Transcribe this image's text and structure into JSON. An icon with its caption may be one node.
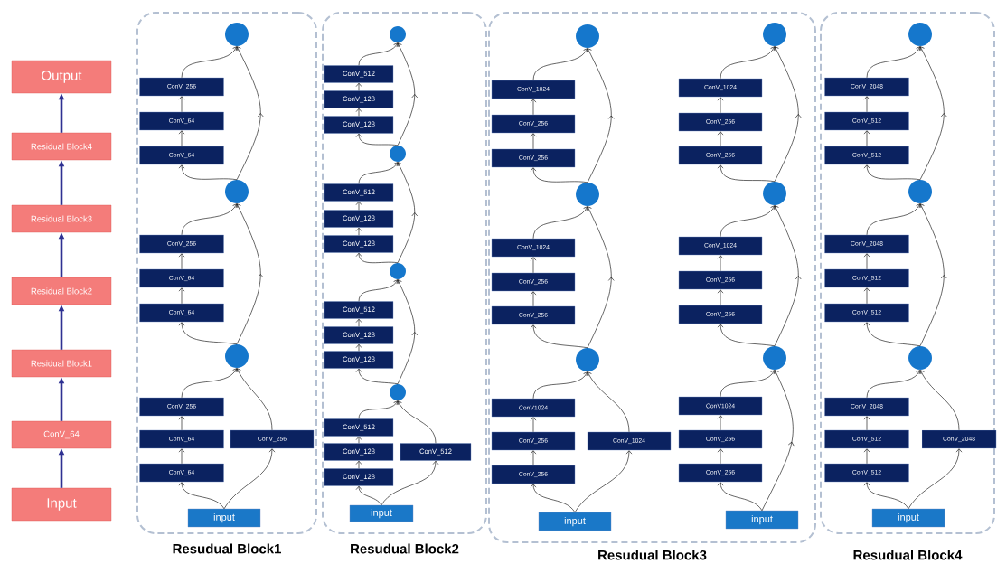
{
  "diagram": {
    "nodes": [
      {
        "text": [
          "Output"
        ]
      },
      {
        "text": [
          "Residual Block4"
        ]
      },
      {
        "text": [
          "Residual Block3"
        ]
      },
      {
        "text": [
          "Residual Block2"
        ]
      },
      {
        "text": [
          "Residual Block1"
        ]
      },
      {
        "text": [
          "ConV_64"
        ]
      },
      {
        "text": [
          "Input"
        ]
      },
      {
        "text": [
          "Resudual Block1"
        ]
      },
      {
        "text": [
          "input"
        ],
        "in": 7
      },
      {
        "text": [
          "ConV_64"
        ],
        "in": 7
      },
      {
        "text": [
          "ConV_64"
        ],
        "in": 7
      },
      {
        "text": [
          "ConV_256"
        ],
        "in": 7
      },
      {
        "text": [
          "ConV_256"
        ],
        "in": 7
      },
      {
        "text": [],
        "shape": "circle",
        "in": 7
      },
      {
        "text": [
          "ConV_64"
        ],
        "in": 7
      },
      {
        "text": [
          "ConV_64"
        ],
        "in": 7
      },
      {
        "text": [
          "ConV_256"
        ],
        "in": 7
      },
      {
        "text": [],
        "shape": "circle",
        "in": 7
      },
      {
        "text": [
          "ConV_64"
        ],
        "in": 7
      },
      {
        "text": [
          "ConV_64"
        ],
        "in": 7
      },
      {
        "text": [
          "ConV_256"
        ],
        "in": 7
      },
      {
        "text": [],
        "shape": "circle",
        "in": 7
      },
      {
        "text": [
          "Resudual Block2"
        ]
      },
      {
        "text": [
          "input"
        ],
        "in": 22
      },
      {
        "text": [
          "ConV_128"
        ],
        "in": 22
      },
      {
        "text": [
          "ConV_128"
        ],
        "in": 22
      },
      {
        "text": [
          "ConV_512"
        ],
        "in": 22
      },
      {
        "text": [
          "ConV_512"
        ],
        "in": 22
      },
      {
        "text": [],
        "shape": "circle",
        "in": 22
      },
      {
        "text": [
          "ConV_128"
        ],
        "in": 22
      },
      {
        "text": [
          "ConV_128"
        ],
        "in": 22
      },
      {
        "text": [
          "ConV_512"
        ],
        "in": 22
      },
      {
        "text": [],
        "shape": "circle",
        "in": 22
      },
      {
        "text": [
          "ConV_128"
        ],
        "in": 22
      },
      {
        "text": [
          "ConV_128"
        ],
        "in": 22
      },
      {
        "text": [
          "ConV_512"
        ],
        "in": 22
      },
      {
        "text": [],
        "shape": "circle",
        "in": 22
      },
      {
        "text": [
          "ConV_128"
        ],
        "in": 22
      },
      {
        "text": [
          "ConV_128"
        ],
        "in": 22
      },
      {
        "text": [
          "ConV_512"
        ],
        "in": 22
      },
      {
        "text": [],
        "shape": "circle",
        "in": 22
      },
      {
        "text": [
          "Resudual Block3"
        ]
      },
      {
        "text": [
          "input"
        ],
        "in": 41
      },
      {
        "text": [
          "ConV_256"
        ],
        "in": 41
      },
      {
        "text": [
          "ConV_256"
        ],
        "in": 41
      },
      {
        "text": [
          "ConV1024"
        ],
        "in": 41
      },
      {
        "text": [
          "ConV_1024"
        ],
        "in": 41
      },
      {
        "text": [],
        "shape": "circle",
        "in": 41
      },
      {
        "text": [
          "ConV_256"
        ],
        "in": 41
      },
      {
        "text": [
          "ConV_256"
        ],
        "in": 41
      },
      {
        "text": [
          "ConV_1024"
        ],
        "in": 41
      },
      {
        "text": [],
        "shape": "circle",
        "in": 41
      },
      {
        "text": [
          "ConV_256"
        ],
        "in": 41
      },
      {
        "text": [
          "ConV_256"
        ],
        "in": 41
      },
      {
        "text": [
          "ConV_1024"
        ],
        "in": 41
      },
      {
        "text": [],
        "shape": "circle",
        "in": 41
      },
      {
        "text": [
          "input"
        ],
        "in": 41
      },
      {
        "text": [
          "ConV_256"
        ],
        "in": 41
      },
      {
        "text": [
          "ConV_256"
        ],
        "in": 41
      },
      {
        "text": [
          "ConV1024"
        ],
        "in": 41
      },
      {
        "text": [],
        "shape": "circle",
        "in": 41
      },
      {
        "text": [
          "ConV_256"
        ],
        "in": 41
      },
      {
        "text": [
          "ConV_256"
        ],
        "in": 41
      },
      {
        "text": [
          "ConV_1024"
        ],
        "in": 41
      },
      {
        "text": [],
        "shape": "circle",
        "in": 41
      },
      {
        "text": [
          "ConV_256"
        ],
        "in": 41
      },
      {
        "text": [
          "ConV_256"
        ],
        "in": 41
      },
      {
        "text": [
          "ConV_1024"
        ],
        "in": 41
      },
      {
        "text": [],
        "shape": "circle",
        "in": 41
      },
      {
        "text": [
          "Resudual Block4"
        ]
      },
      {
        "text": [
          "input"
        ],
        "in": 69
      },
      {
        "text": [
          "ConV_512"
        ],
        "in": 69
      },
      {
        "text": [
          "ConV_512"
        ],
        "in": 69
      },
      {
        "text": [
          "ConV_2048"
        ],
        "in": 69
      },
      {
        "text": [
          "ConV_2048"
        ],
        "in": 69
      },
      {
        "text": [],
        "shape": "circle",
        "in": 69
      },
      {
        "text": [
          "ConV_512"
        ],
        "in": 69
      },
      {
        "text": [
          "ConV_512"
        ],
        "in": 69
      },
      {
        "text": [
          "ConV_2048"
        ],
        "in": 69
      },
      {
        "text": [],
        "shape": "circle",
        "in": 69
      },
      {
        "text": [
          "ConV_512"
        ],
        "in": 69
      },
      {
        "text": [
          "ConV_512"
        ],
        "in": 69
      },
      {
        "text": [
          "ConV_2048"
        ],
        "in": 69
      },
      {
        "text": [],
        "shape": "circle",
        "in": 69
      }
    ],
    "edges": [
      {
        "from": 6,
        "to": 5,
        "arrow": "to",
        "style": "thick",
        "color": "#2e3192"
      },
      {
        "from": 5,
        "to": 4,
        "arrow": "to",
        "style": "thick",
        "color": "#2e3192"
      },
      {
        "from": 4,
        "to": 3,
        "arrow": "to",
        "style": "thick",
        "color": "#2e3192"
      },
      {
        "from": 3,
        "to": 2,
        "arrow": "to",
        "style": "thick",
        "color": "#2e3192"
      },
      {
        "from": 2,
        "to": 1,
        "arrow": "to",
        "style": "thick",
        "color": "#2e3192"
      },
      {
        "from": 1,
        "to": 0,
        "arrow": "to",
        "style": "thick",
        "color": "#2e3192"
      },
      {
        "from": 8,
        "to": 9,
        "arrow": "to"
      },
      {
        "from": 9,
        "to": 10,
        "arrow": "to"
      },
      {
        "from": 10,
        "to": 11,
        "arrow": "to"
      },
      {
        "from": 11,
        "to": 21,
        "arrow": "to"
      },
      {
        "from": 8,
        "to": 12,
        "arrow": "to"
      },
      {
        "from": 12,
        "to": 21,
        "arrow": "to"
      },
      {
        "from": 21,
        "to": 14,
        "arrow": "to"
      },
      {
        "from": 14,
        "to": 15,
        "arrow": "to"
      },
      {
        "from": 15,
        "to": 16,
        "arrow": "to"
      },
      {
        "from": 16,
        "to": 17,
        "arrow": "to"
      },
      {
        "from": 21,
        "to": 17,
        "arrow": "to"
      },
      {
        "from": 17,
        "to": 18,
        "arrow": "to"
      },
      {
        "from": 18,
        "to": 19,
        "arrow": "to"
      },
      {
        "from": 19,
        "to": 20,
        "arrow": "to"
      },
      {
        "from": 20,
        "to": 13,
        "arrow": "to"
      },
      {
        "from": 17,
        "to": 13,
        "arrow": "to"
      },
      {
        "from": 23,
        "to": 24,
        "arrow": "to"
      },
      {
        "from": 24,
        "to": 25,
        "arrow": "to"
      },
      {
        "from": 25,
        "to": 26,
        "arrow": "to"
      },
      {
        "from": 26,
        "to": 40,
        "arrow": "to"
      },
      {
        "from": 23,
        "to": 27,
        "arrow": "to"
      },
      {
        "from": 27,
        "to": 40,
        "arrow": "to"
      },
      {
        "from": 40,
        "to": 29,
        "arrow": "to"
      },
      {
        "from": 29,
        "to": 30,
        "arrow": "to"
      },
      {
        "from": 30,
        "to": 31,
        "arrow": "to"
      },
      {
        "from": 31,
        "to": 36,
        "arrow": "to"
      },
      {
        "from": 40,
        "to": 36,
        "arrow": "to"
      },
      {
        "from": 36,
        "to": 33,
        "arrow": "to"
      },
      {
        "from": 33,
        "to": 34,
        "arrow": "to"
      },
      {
        "from": 34,
        "to": 35,
        "arrow": "to"
      },
      {
        "from": 35,
        "to": 32,
        "arrow": "to"
      },
      {
        "from": 36,
        "to": 32,
        "arrow": "to"
      },
      {
        "from": 32,
        "to": 37,
        "arrow": "to"
      },
      {
        "from": 37,
        "to": 38,
        "arrow": "to"
      },
      {
        "from": 38,
        "to": 39,
        "arrow": "to"
      },
      {
        "from": 39,
        "to": 28,
        "arrow": "to"
      },
      {
        "from": 32,
        "to": 28,
        "arrow": "to"
      },
      {
        "from": 42,
        "to": 43,
        "arrow": "to"
      },
      {
        "from": 43,
        "to": 44,
        "arrow": "to"
      },
      {
        "from": 44,
        "to": 45,
        "arrow": "to"
      },
      {
        "from": 45,
        "to": 47,
        "arrow": "to"
      },
      {
        "from": 42,
        "to": 46,
        "arrow": "to"
      },
      {
        "from": 46,
        "to": 47,
        "arrow": "to"
      },
      {
        "from": 47,
        "to": 48,
        "arrow": "to"
      },
      {
        "from": 48,
        "to": 49,
        "arrow": "to"
      },
      {
        "from": 49,
        "to": 50,
        "arrow": "to"
      },
      {
        "from": 50,
        "to": 51,
        "arrow": "to"
      },
      {
        "from": 47,
        "to": 51,
        "arrow": "to"
      },
      {
        "from": 51,
        "to": 52,
        "arrow": "to"
      },
      {
        "from": 52,
        "to": 53,
        "arrow": "to"
      },
      {
        "from": 53,
        "to": 54,
        "arrow": "to"
      },
      {
        "from": 54,
        "to": 55,
        "arrow": "to"
      },
      {
        "from": 51,
        "to": 55,
        "arrow": "to"
      },
      {
        "from": 56,
        "to": 57,
        "arrow": "to"
      },
      {
        "from": 57,
        "to": 58,
        "arrow": "to"
      },
      {
        "from": 58,
        "to": 59,
        "arrow": "to"
      },
      {
        "from": 59,
        "to": 60,
        "arrow": "to"
      },
      {
        "from": 56,
        "to": 60,
        "arrow": "to"
      },
      {
        "from": 60,
        "to": 61,
        "arrow": "to"
      },
      {
        "from": 61,
        "to": 62,
        "arrow": "to"
      },
      {
        "from": 62,
        "to": 63,
        "arrow": "to"
      },
      {
        "from": 63,
        "to": 64,
        "arrow": "to"
      },
      {
        "from": 60,
        "to": 64,
        "arrow": "to"
      },
      {
        "from": 64,
        "to": 65,
        "arrow": "to"
      },
      {
        "from": 65,
        "to": 66,
        "arrow": "to"
      },
      {
        "from": 66,
        "to": 67,
        "arrow": "to"
      },
      {
        "from": 67,
        "to": 68,
        "arrow": "to"
      },
      {
        "from": 64,
        "to": 68,
        "arrow": "to"
      },
      {
        "from": 70,
        "to": 71,
        "arrow": "to"
      },
      {
        "from": 71,
        "to": 72,
        "arrow": "to"
      },
      {
        "from": 72,
        "to": 73,
        "arrow": "to"
      },
      {
        "from": 73,
        "to": 83,
        "arrow": "to"
      },
      {
        "from": 70,
        "to": 74,
        "arrow": "to"
      },
      {
        "from": 74,
        "to": 83,
        "arrow": "to"
      },
      {
        "from": 83,
        "to": 76,
        "arrow": "to"
      },
      {
        "from": 76,
        "to": 77,
        "arrow": "to"
      },
      {
        "from": 77,
        "to": 78,
        "arrow": "to"
      },
      {
        "from": 78,
        "to": 79,
        "arrow": "to"
      },
      {
        "from": 83,
        "to": 79,
        "arrow": "to"
      },
      {
        "from": 79,
        "to": 80,
        "arrow": "to"
      },
      {
        "from": 80,
        "to": 81,
        "arrow": "to"
      },
      {
        "from": 81,
        "to": 82,
        "arrow": "to"
      },
      {
        "from": 82,
        "to": 75,
        "arrow": "to"
      },
      {
        "from": 79,
        "to": 75,
        "arrow": "to"
      }
    ]
  }
}
